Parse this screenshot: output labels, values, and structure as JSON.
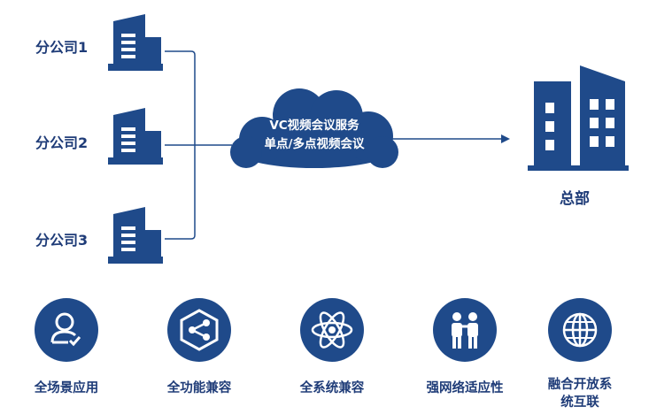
{
  "branches": [
    {
      "label": "分公司1"
    },
    {
      "label": "分公司2"
    },
    {
      "label": "分公司3"
    }
  ],
  "cloud": {
    "line1": "VC视频会议服务",
    "line2": "单点/多点视频会议"
  },
  "hq": {
    "label": "总部"
  },
  "features": [
    {
      "label": "全场景应用",
      "icon": "user-check-icon"
    },
    {
      "label": "全功能兼容",
      "icon": "network-nodes-icon"
    },
    {
      "label": "全系统兼容",
      "icon": "atom-icon"
    },
    {
      "label": "强网络适应性",
      "icon": "people-icon"
    },
    {
      "label": "融合开放系统互联",
      "icon": "globe-icon"
    }
  ],
  "colors": {
    "primary": "#1f4a8a",
    "text": "#1f3c78"
  }
}
